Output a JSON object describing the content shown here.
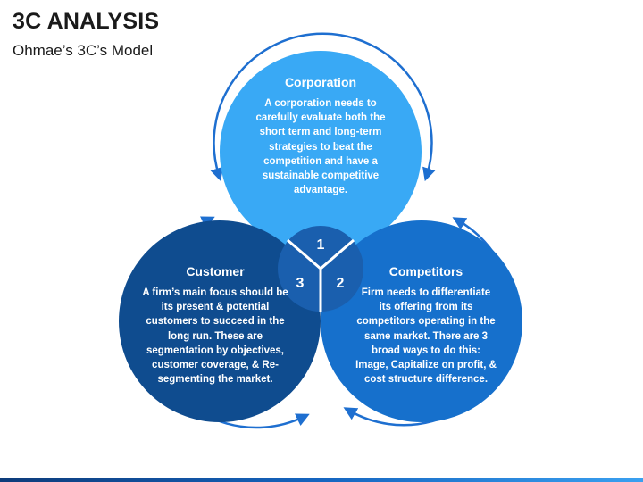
{
  "header": {
    "title": "3C ANALYSIS",
    "subtitle": "Ohmae’s 3C’s Model"
  },
  "circles": [
    {
      "id": "corporation",
      "number": "1",
      "title": "Corporation",
      "text": "A corporation needs to carefully evaluate both the short term and long-term strategies to beat the competition and have a sustainable competitive advantage.",
      "color": "#39a9f5"
    },
    {
      "id": "competitors",
      "number": "2",
      "title": "Competitors",
      "text": "Firm needs to differentiate its offering from its competitors operating in the same market. There are 3 broad ways to do this: Image, Capitalize on profit, & cost structure difference.",
      "color": "#1670cc"
    },
    {
      "id": "customer",
      "number": "3",
      "title": "Customer",
      "text": "A firm’s main focus should be its present & potential customers to succeed in the long run. These are segmentation by objectives, customer coverage, & Re-segmenting the market.",
      "color": "#0f4c8f"
    }
  ],
  "colors": {
    "arrow": "#1e6fd0",
    "center_overlap": "#1a5fae"
  }
}
